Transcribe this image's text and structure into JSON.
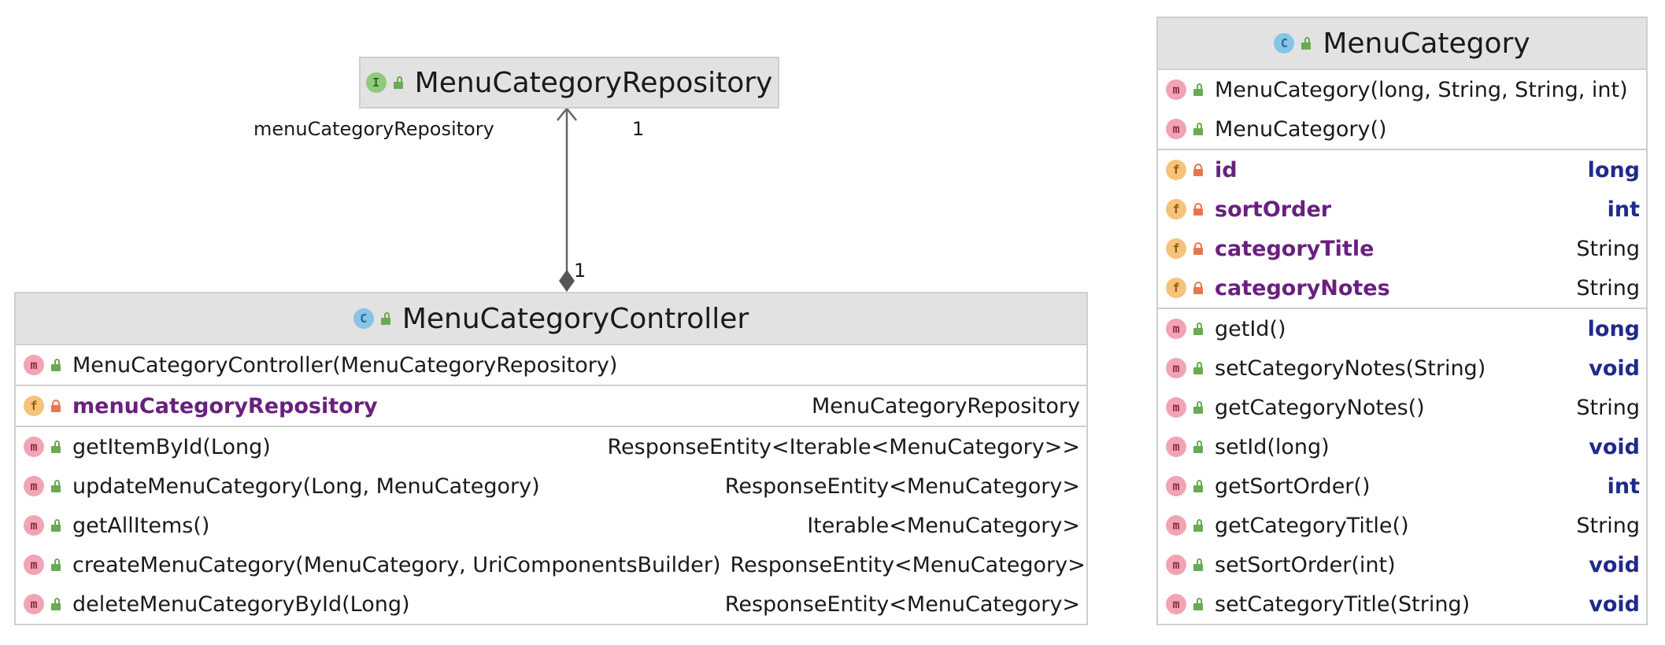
{
  "interface_node": {
    "kind_icon": "interface-icon",
    "kind_letter": "I",
    "title": "MenuCategoryRepository"
  },
  "controller_node": {
    "kind_icon": "class-icon",
    "kind_letter": "C",
    "title": "MenuCategoryController",
    "constructor": {
      "sig": "MenuCategoryController(MenuCategoryRepository)"
    },
    "field": {
      "name": "menuCategoryRepository",
      "type": "MenuCategoryRepository"
    },
    "methods": [
      {
        "sig": "getItemById(Long)",
        "type": "ResponseEntity<Iterable<MenuCategory>>"
      },
      {
        "sig": "updateMenuCategory(Long, MenuCategory)",
        "type": "ResponseEntity<MenuCategory>"
      },
      {
        "sig": "getAllItems()",
        "type": "Iterable<MenuCategory>"
      },
      {
        "sig": "createMenuCategory(MenuCategory, UriComponentsBuilder)",
        "type": "ResponseEntity<MenuCategory>"
      },
      {
        "sig": "deleteMenuCategoryById(Long)",
        "type": "ResponseEntity<MenuCategory>"
      }
    ]
  },
  "category_node": {
    "kind_icon": "class-icon",
    "kind_letter": "C",
    "title": "MenuCategory",
    "constructors": [
      {
        "sig": "MenuCategory(long, String, String, int)"
      },
      {
        "sig": "MenuCategory()"
      }
    ],
    "fields": [
      {
        "name": "id",
        "type": "long"
      },
      {
        "name": "sortOrder",
        "type": "int"
      },
      {
        "name": "categoryTitle",
        "type": "String"
      },
      {
        "name": "categoryNotes",
        "type": "String"
      }
    ],
    "methods": [
      {
        "sig": "getId()",
        "type": "long"
      },
      {
        "sig": "setCategoryNotes(String)",
        "type": "void"
      },
      {
        "sig": "getCategoryNotes()",
        "type": "String"
      },
      {
        "sig": "setId(long)",
        "type": "void"
      },
      {
        "sig": "getSortOrder()",
        "type": "int"
      },
      {
        "sig": "getCategoryTitle()",
        "type": "String"
      },
      {
        "sig": "setSortOrder(int)",
        "type": "void"
      },
      {
        "sig": "setCategoryTitle(String)",
        "type": "void"
      }
    ]
  },
  "edge": {
    "role_label": "menuCategoryRepository",
    "target_multiplicity": "1",
    "source_multiplicity": "1"
  },
  "member_badges": {
    "method_letter": "m",
    "field_letter": "f"
  },
  "colors": {
    "header_bg": "#e2e2e2",
    "border": "#cfcfcf",
    "field_name": "#6a1f7f",
    "primitive_type": "#1f2a8a",
    "edge": "#666666"
  }
}
